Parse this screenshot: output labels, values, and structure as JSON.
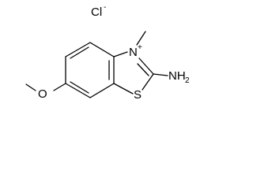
{
  "molecule": {
    "counterion": {
      "symbol": "Cl",
      "charge": "-"
    },
    "ring_n": {
      "symbol": "N",
      "charge": "+"
    },
    "ring_s": {
      "symbol": "S"
    },
    "amine": {
      "symbol": "NH",
      "subscript": "2"
    },
    "ether_o": {
      "symbol": "O"
    }
  },
  "colors": {
    "ink": "#000000",
    "background": "#ffffff"
  }
}
